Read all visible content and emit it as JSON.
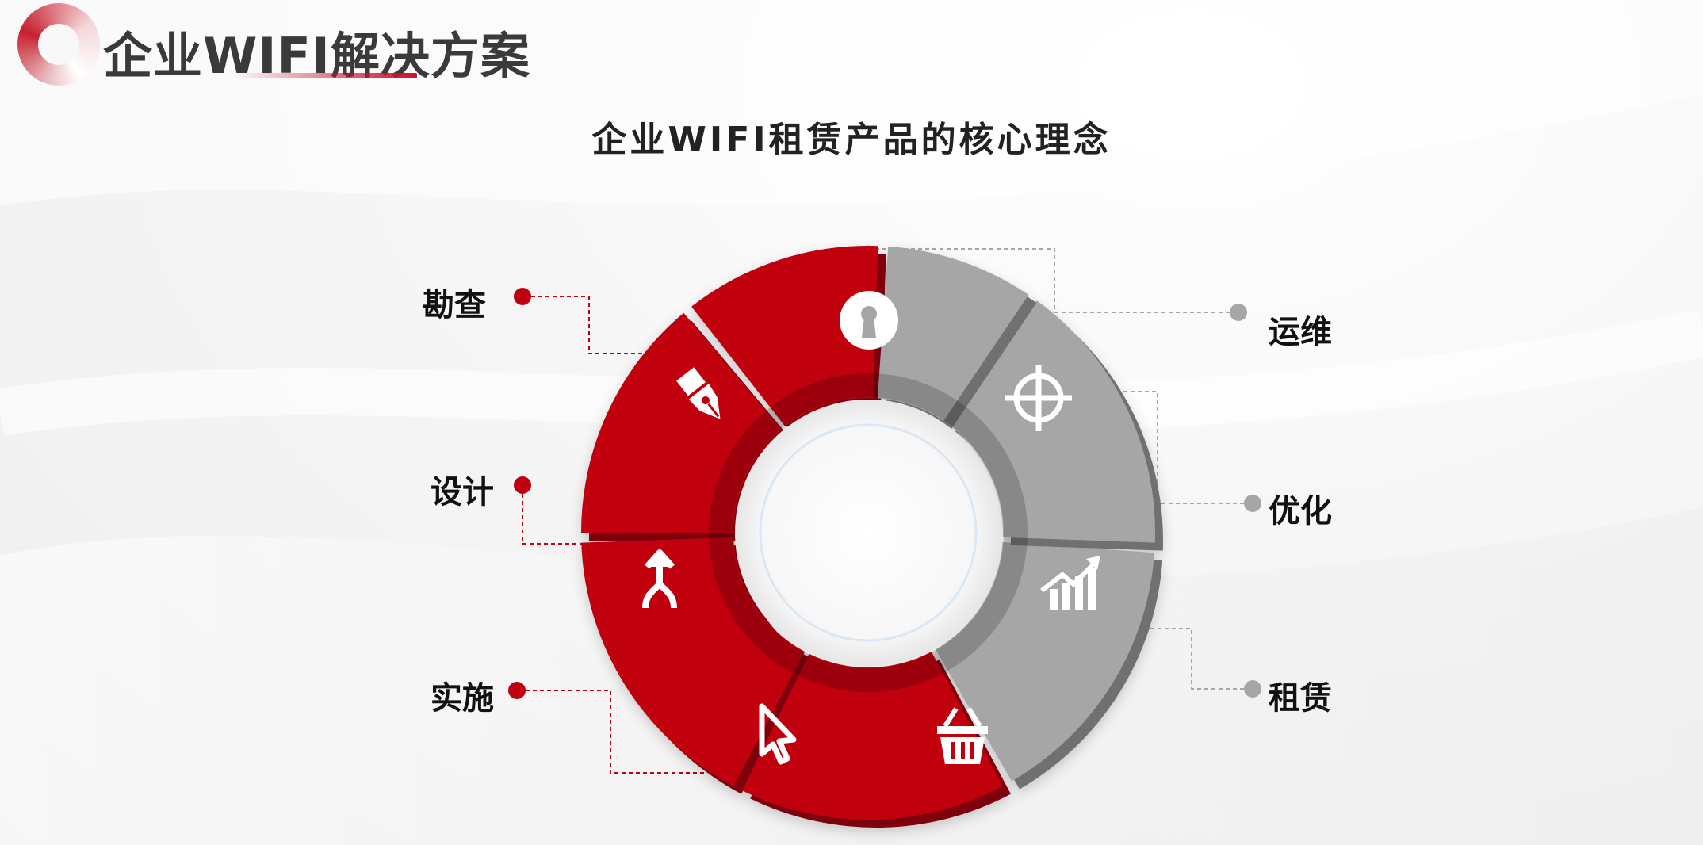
{
  "header": {
    "title": "企业WIFI解决方案"
  },
  "subtitle": "企业WIFI租赁产品的核心理念",
  "left_steps": [
    {
      "label": "勘查",
      "icon": "pen-nib-icon"
    },
    {
      "label": "设计",
      "icon": "merge-arrow-icon"
    },
    {
      "label": "实施",
      "icon": "cursor-icon"
    }
  ],
  "right_steps": [
    {
      "label": "运维",
      "icon": "keyhole-icon"
    },
    {
      "label": "优化",
      "icon": "crosshair-icon"
    },
    {
      "label": "租赁",
      "icon": "growth-chart-icon"
    }
  ],
  "colors": {
    "accent": "#c0000e",
    "neutral": "#a6a6a6",
    "title": "#3a3a3a"
  }
}
